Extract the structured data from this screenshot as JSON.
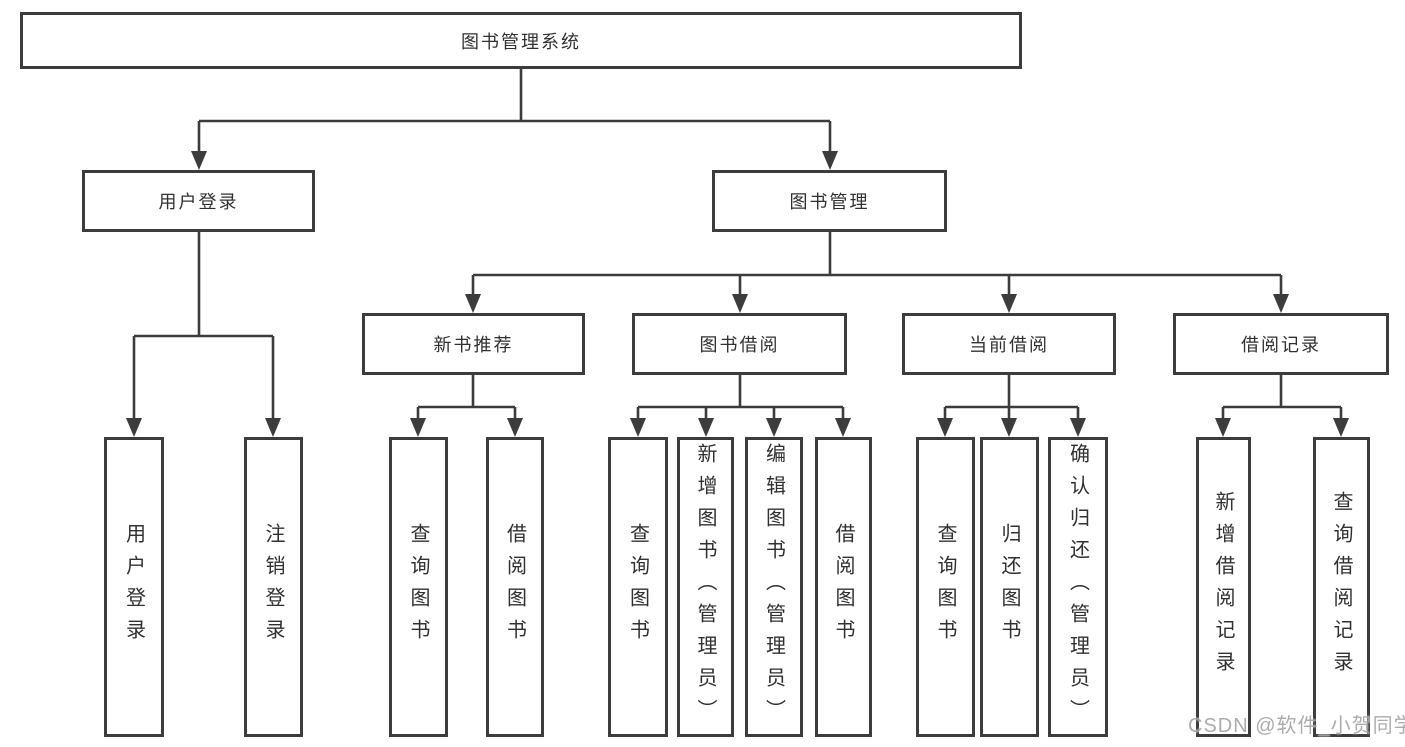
{
  "colors": {
    "background": "#ffffff",
    "line": "#3c3c3c",
    "box_border": "#3c3c3c",
    "text": "#303030",
    "watermark": "#9e9ea0"
  },
  "root": {
    "label": "图书管理系统"
  },
  "branches": [
    {
      "label": "用户登录",
      "children": [
        {
          "label": "用户登录"
        },
        {
          "label": "注销登录"
        }
      ]
    },
    {
      "label": "图书管理",
      "sections": [
        {
          "label": "新书推荐",
          "children": [
            {
              "label": "查询图书"
            },
            {
              "label": "借阅图书"
            }
          ]
        },
        {
          "label": "图书借阅",
          "children": [
            {
              "label": "查询图书"
            },
            {
              "label": "新增图书（管理员）"
            },
            {
              "label": "编辑图书（管理员）"
            },
            {
              "label": "借阅图书"
            }
          ]
        },
        {
          "label": "当前借阅",
          "children": [
            {
              "label": "查询图书"
            },
            {
              "label": "归还图书"
            },
            {
              "label": "确认归还（管理员）"
            }
          ]
        },
        {
          "label": "借阅记录",
          "children": [
            {
              "label": "新增借阅记录"
            },
            {
              "label": "查询借阅记录"
            }
          ]
        }
      ]
    }
  ],
  "watermark": "CSDN @软件_小贺同学"
}
